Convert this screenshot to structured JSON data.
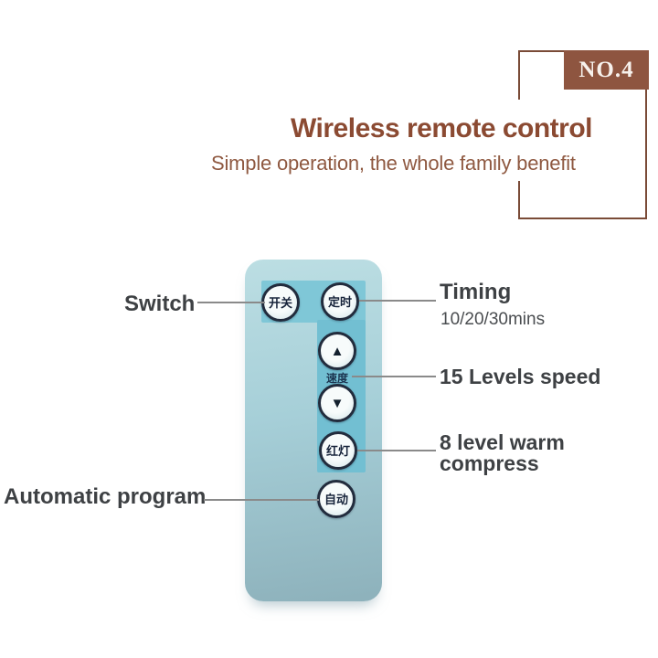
{
  "badge": {
    "label": "NO.4"
  },
  "header": {
    "title": "Wireless remote control",
    "subtitle": "Simple operation, the whole family benefit"
  },
  "remote": {
    "buttons": {
      "switch": {
        "label": "开关"
      },
      "timing": {
        "label": "定时"
      },
      "up": {
        "icon": "▲"
      },
      "down": {
        "icon": "▼"
      },
      "warm": {
        "label": "红灯"
      },
      "auto": {
        "label": "自动"
      }
    },
    "speed_tag": "速度"
  },
  "annotations": {
    "switch": {
      "label": "Switch"
    },
    "timing": {
      "label": "Timing",
      "sublabel": "10/20/30mins"
    },
    "speed": {
      "label": "15 Levels speed"
    },
    "warm": {
      "line1": "8 level warm",
      "line2": "compress"
    },
    "auto": {
      "label": "Automatic program"
    }
  },
  "colors": {
    "accent_brown": "#8b4a32",
    "badge_bg": "#8e5540",
    "frame_border": "#7a4b37",
    "label_gray": "#3e4144",
    "leader_line": "#8a8a8a",
    "remote_body": "#a6cfd8",
    "remote_panel": "#79c3d4",
    "button_ring": "#222c3d"
  }
}
